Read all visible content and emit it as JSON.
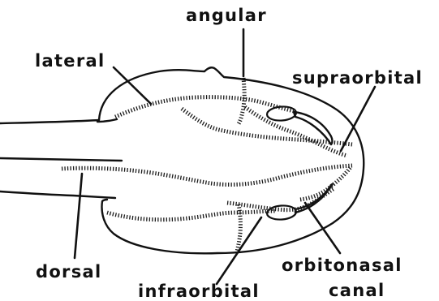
{
  "labels": {
    "angular": "angular",
    "lateral": "lateral",
    "supraorbital": "supraorbital",
    "dorsal": "dorsal",
    "orbitonasal": "orbitonasal",
    "canal": "canal",
    "infraorbital": "infraorbital"
  },
  "colors": {
    "ink": "#111111",
    "background": "#ffffff"
  }
}
